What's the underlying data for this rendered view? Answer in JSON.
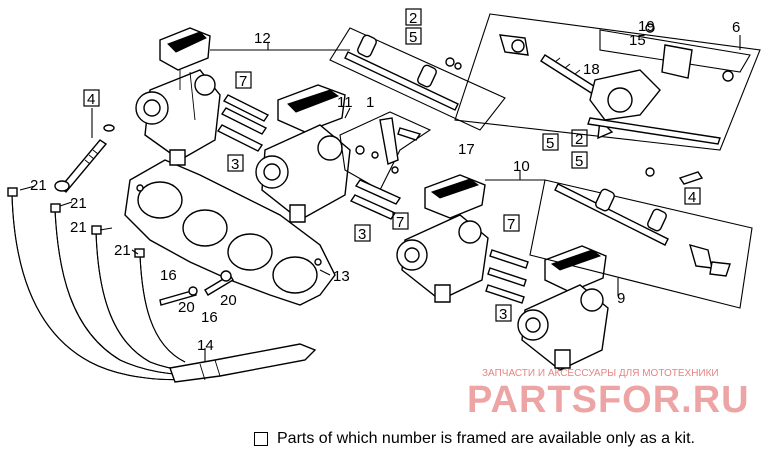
{
  "labels": {
    "p1": "1",
    "p2a": "2",
    "p2b": "2",
    "p3a": "3",
    "p3b": "3",
    "p3c": "3",
    "p4a": "4",
    "p4b": "4",
    "p5a": "5",
    "p5b": "5",
    "p5c": "5",
    "p6": "6",
    "p7a": "7",
    "p7b": "7",
    "p7c": "7",
    "p9": "9",
    "p10": "10",
    "p11": "11",
    "p12": "12",
    "p13": "13",
    "p14": "14",
    "p15": "15",
    "p16a": "16",
    "p16b": "16",
    "p17": "17",
    "p18": "18",
    "p19": "19",
    "p20a": "20",
    "p20b": "20",
    "p21a": "21",
    "p21b": "21",
    "p21c": "21",
    "p21d": "21"
  },
  "watermark": {
    "small": "ЗАПЧАСТИ И АКСЕССУАРЫ ДЛЯ МОТОТЕХНИКИ",
    "big": "PARTSFOR.RU"
  },
  "footnote": "Parts of which number is framed are available only as a kit."
}
